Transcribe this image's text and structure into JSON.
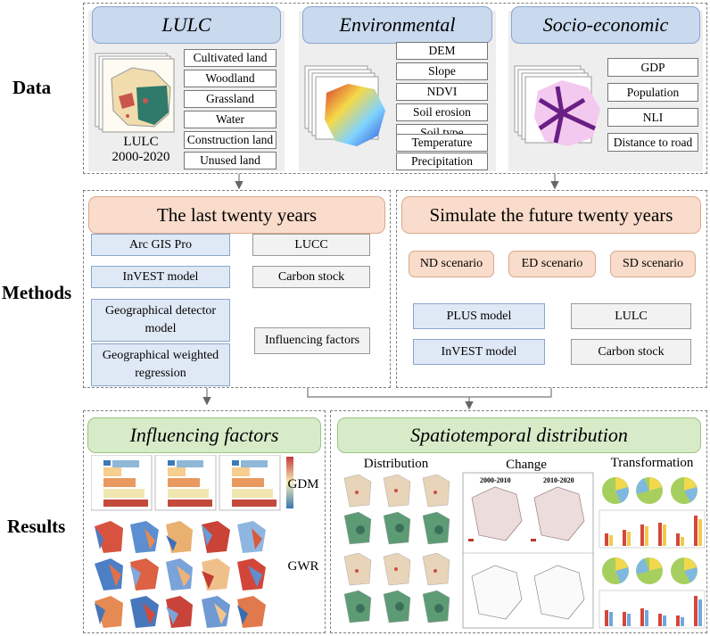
{
  "rows": {
    "data": "Data",
    "methods": "Methods",
    "results": "Results"
  },
  "data_section": {
    "lulc": {
      "title": "LULC",
      "items": [
        "Cultivated land",
        "Woodland",
        "Grassland",
        "Water",
        "Construction land",
        "Unused land"
      ],
      "caption_line1": "LULC",
      "caption_line2": "2000-2020"
    },
    "environmental": {
      "title": "Environmental",
      "items": [
        "DEM",
        "Slope",
        "NDVI",
        "Soil erosion",
        "Soil type",
        "Temperature",
        "Precipitation"
      ]
    },
    "socio": {
      "title": "Socio-economic",
      "items": [
        "GDP",
        "Population",
        "NLI",
        "Distance to road"
      ]
    }
  },
  "methods_section": {
    "last": {
      "title": "The last twenty years",
      "arcgis": "Arc GIS Pro",
      "lucc": "LUCC",
      "invest": "InVEST model",
      "carbon": "Carbon stock",
      "geodetector": "Geographical detector model",
      "gwr": "Geographical weighted regression",
      "influencing": "Influencing factors"
    },
    "future": {
      "title": "Simulate the future twenty years",
      "nd": "ND scenario",
      "ed": "ED scenario",
      "sd": "SD scenario",
      "plus": "PLUS model",
      "lulc": "LULC",
      "invest": "InVEST model",
      "carbon": "Carbon stock"
    }
  },
  "results_section": {
    "influencing": {
      "title": "Influencing factors",
      "gdm": "GDM",
      "gwr": "GWR"
    },
    "spatio": {
      "title": "Spatiotemporal distribution",
      "distribution": "Distribution",
      "change": "Change",
      "transformation": "Transformation",
      "period1": "2000-2010",
      "period2": "2010-2020"
    }
  },
  "colors": {
    "blue_box": "#c9d9ee",
    "orange_box": "#f9dccb",
    "green_box": "#d7ebc9",
    "panel_gray": "#eeeeee"
  }
}
